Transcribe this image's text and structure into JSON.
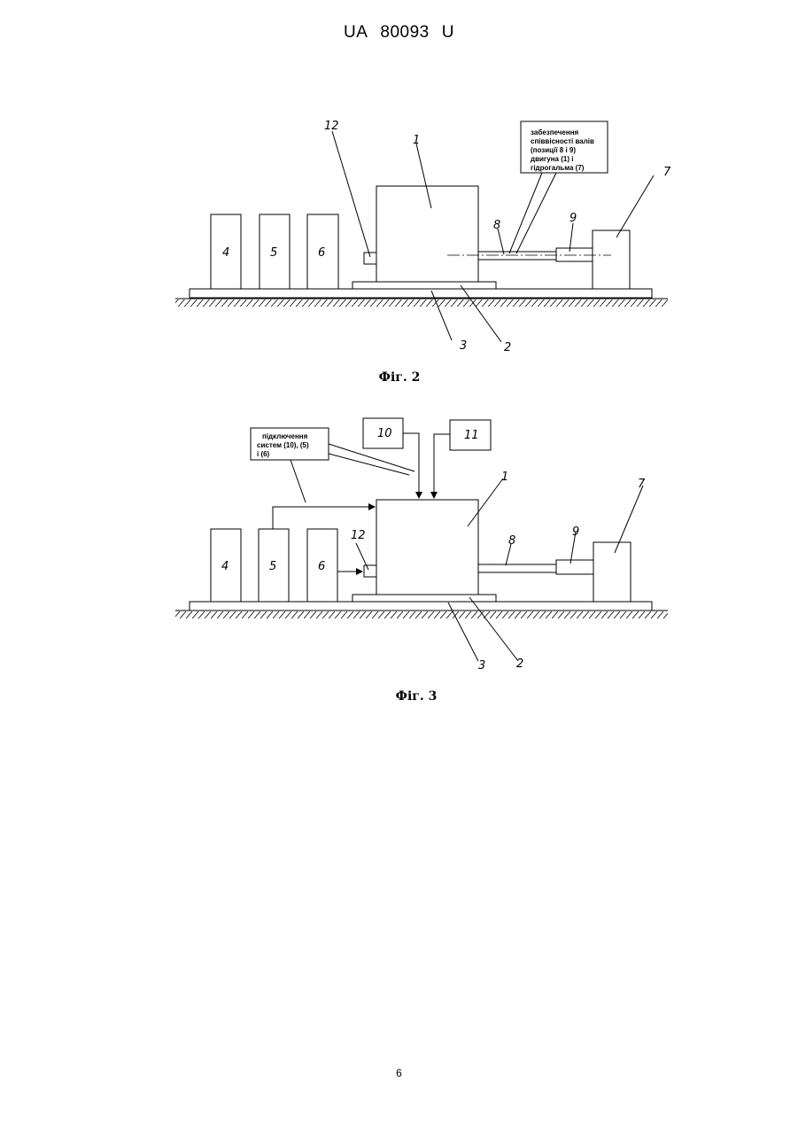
{
  "header": {
    "code": "UA",
    "number": "80093",
    "kind": "U"
  },
  "figure2": {
    "caption": "Фіг. 2",
    "note_lines": [
      "забезпечення",
      "співвісності валів",
      "(позиції 8 і 9)",
      "двигуна (1) і",
      "гідрогальма (7)"
    ],
    "labels": {
      "l1": "1",
      "l2": "2",
      "l3": "3",
      "l4": "4",
      "l5": "5",
      "l6": "6",
      "l7": "7",
      "l8": "8",
      "l9": "9",
      "l12": "12"
    }
  },
  "figure3": {
    "caption": "Фіг. 3",
    "note_lines": [
      "підключення",
      "систем (10), (5)",
      "і (6)"
    ],
    "labels": {
      "l1": "1",
      "l2": "2",
      "l3": "3",
      "l4": "4",
      "l5": "5",
      "l6": "6",
      "l7": "7",
      "l8": "8",
      "l9": "9",
      "l10": "10",
      "l11": "11",
      "l12": "12"
    }
  },
  "page_number": "6"
}
